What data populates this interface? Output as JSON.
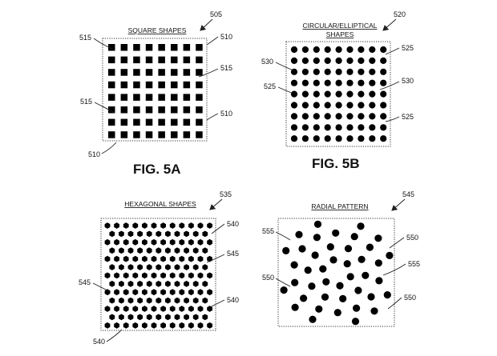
{
  "panels": {
    "square": {
      "title": "SQUARE SHAPES",
      "ref": "505",
      "labels": {
        "a": "515",
        "b": "510",
        "c": "515",
        "d": "515",
        "e": "510",
        "f": "510"
      },
      "figure": "FIG. 5A"
    },
    "circular": {
      "title_line1": "CIRCULAR/ELLIPTICAL",
      "title_line2": "SHAPES",
      "ref": "520",
      "labels": {
        "a": "530",
        "b": "525",
        "c": "525",
        "d": "530",
        "e": "525"
      },
      "figure": "FIG. 5B"
    },
    "hexagonal": {
      "title": "HEXAGONAL SHAPES",
      "ref": "535",
      "labels": {
        "a": "540",
        "b": "545",
        "c": "545",
        "d": "540",
        "e": "540"
      }
    },
    "radial": {
      "title": "RADIAL PATTERN",
      "ref": "545",
      "labels": {
        "a": "555",
        "b": "550",
        "c": "555",
        "d": "550",
        "e": "550"
      }
    }
  }
}
